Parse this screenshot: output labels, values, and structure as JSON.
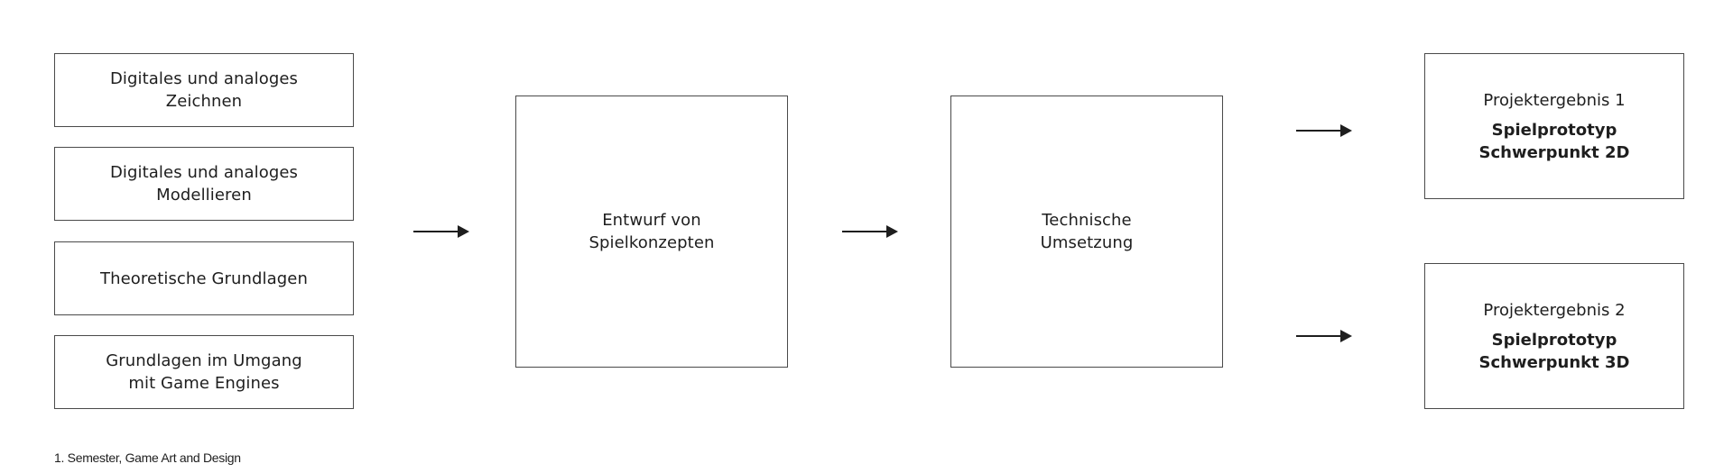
{
  "inputs": [
    {
      "label": "Digitales und analoges\nZeichnen"
    },
    {
      "label": "Digitales und analoges\nModellieren"
    },
    {
      "label": "Theoretische Grundlagen"
    },
    {
      "label": "Grundlagen im Umgang\nmit Game Engines"
    }
  ],
  "stages": [
    {
      "label": "Entwurf von\nSpielkonzepten"
    },
    {
      "label": "Technische\nUmsetzung"
    }
  ],
  "results": [
    {
      "title": "Projektergebnis 1",
      "subtitle": "Spielprototyp\nSchwerpunkt 2D"
    },
    {
      "title": "Projektergebnis 2",
      "subtitle": "Spielprototyp\nSchwerpunkt 3D"
    }
  ],
  "footnote": "1. Semester, Game Art and Design",
  "colors": {
    "line": "#4a4a4a",
    "arrow": "#1e1e1e",
    "text": "#1e1e1e"
  }
}
